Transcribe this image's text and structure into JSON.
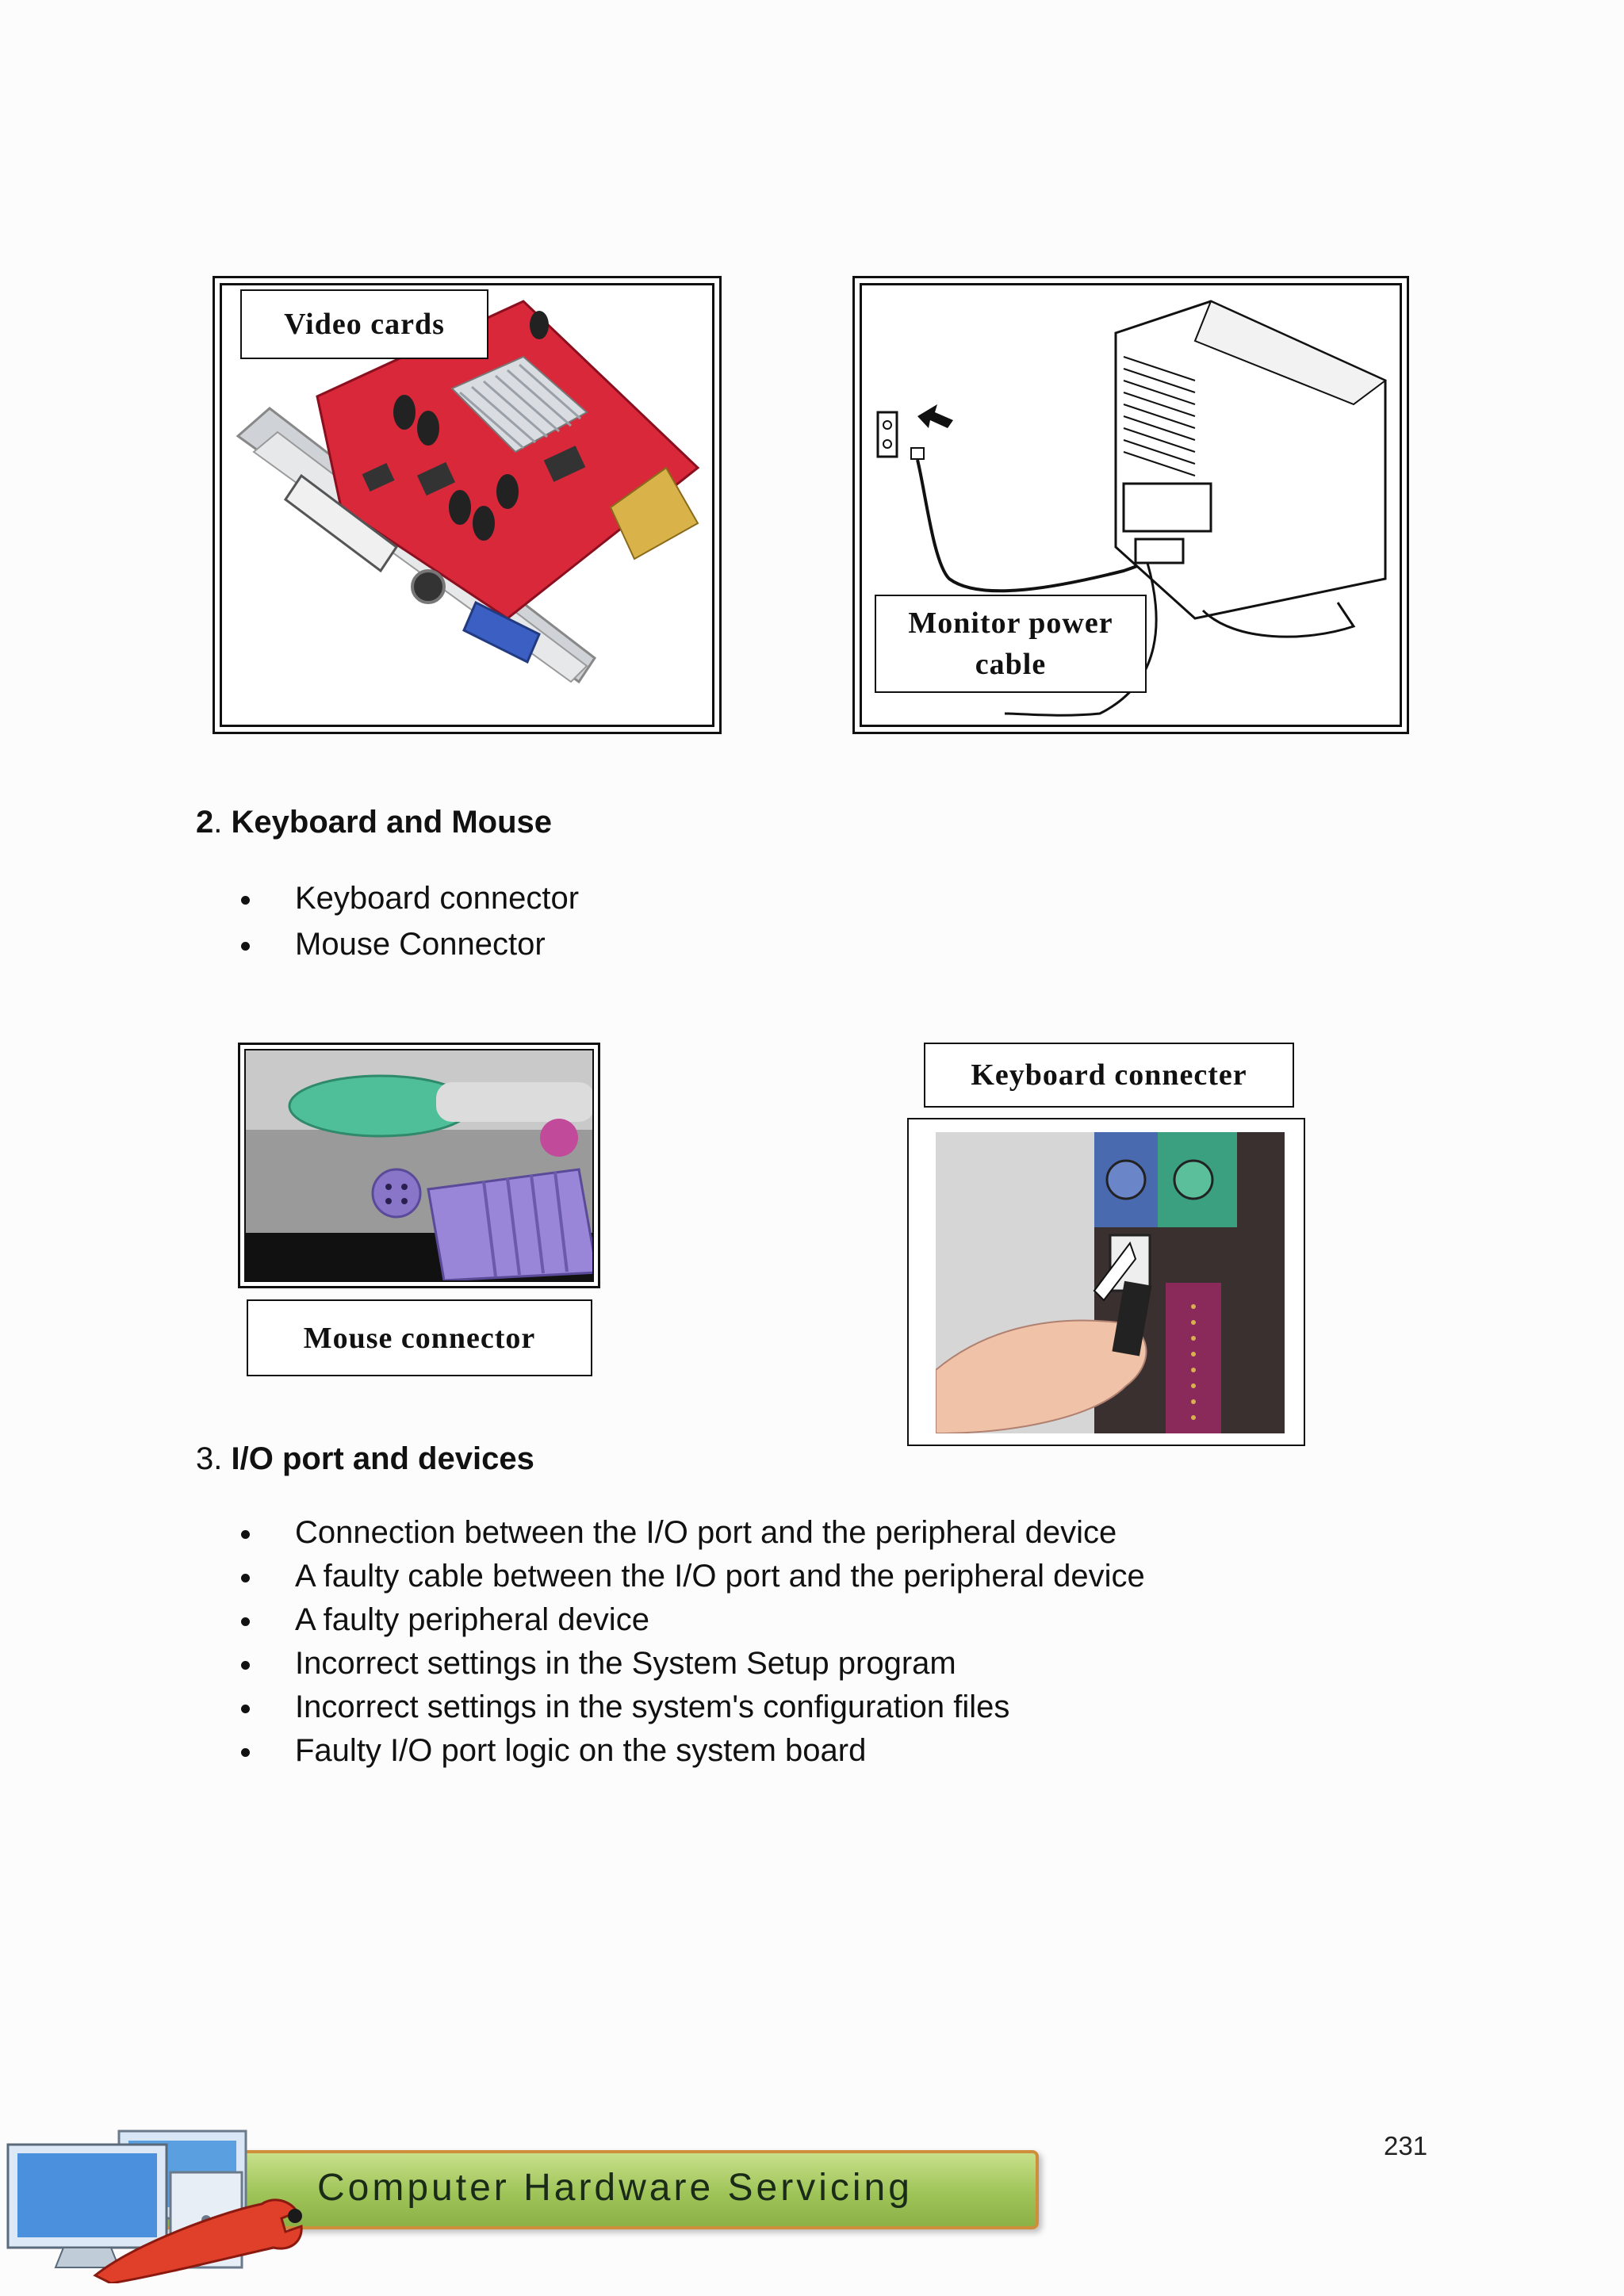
{
  "figures": {
    "video_cards_label": "Video cards",
    "monitor_power_label_line1": "Monitor power",
    "monitor_power_label_line2": "cable",
    "mouse_connector_label": "Mouse connector",
    "keyboard_connector_label": "Keyboard connecter"
  },
  "section2": {
    "number": "2",
    "title": "Keyboard and Mouse",
    "bullets": [
      "Keyboard connector",
      "Mouse Connector"
    ]
  },
  "section3": {
    "number": "3",
    "title": "I/O port and devices",
    "bullets": [
      "Connection between the I/O port and the peripheral device",
      "A faulty cable between the I/O port and the peripheral device",
      "A faulty peripheral device",
      "Incorrect settings in the System Setup program",
      "Incorrect settings in the system's configuration files",
      "Faulty I/O port logic on the system board"
    ]
  },
  "footer": {
    "page_number": "231",
    "banner_text": "Computer Hardware Servicing",
    "logo_icon": "computer-wrench-icon"
  },
  "colors": {
    "card_red": "#d8283a",
    "ps2_green": "#4fbf9a",
    "ps2_purple": "#8a76c9",
    "banner_green": "#9fc458",
    "banner_border": "#cf8f3a"
  }
}
